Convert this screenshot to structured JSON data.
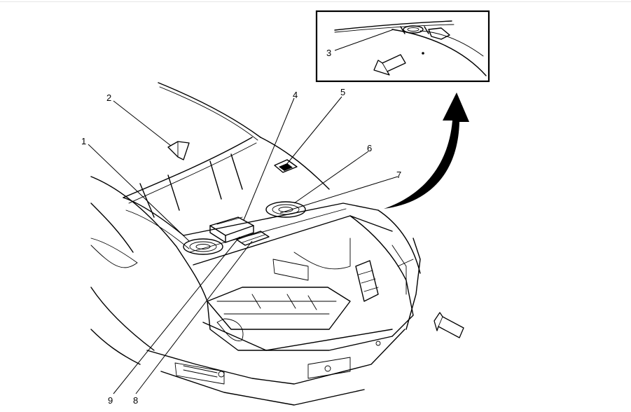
{
  "diagram": {
    "callouts": [
      {
        "id": "1",
        "label": "1"
      },
      {
        "id": "2",
        "label": "2"
      },
      {
        "id": "3",
        "label": "3"
      },
      {
        "id": "4",
        "label": "4"
      },
      {
        "id": "5",
        "label": "5"
      },
      {
        "id": "6",
        "label": "6"
      },
      {
        "id": "7",
        "label": "7"
      },
      {
        "id": "8",
        "label": "8"
      },
      {
        "id": "9",
        "label": "9"
      }
    ],
    "arrows": {
      "view_arrow_top": "left-pointing view direction arrow in detail inset",
      "view_arrow_main": "left-pointing view direction arrow at right side",
      "rear_window_arrow": "view direction arrow on rear window",
      "transition_arrow": "curved arrow pointing from main view up to detail inset"
    },
    "colors": {
      "line": "#000000",
      "background": "#ffffff"
    }
  }
}
